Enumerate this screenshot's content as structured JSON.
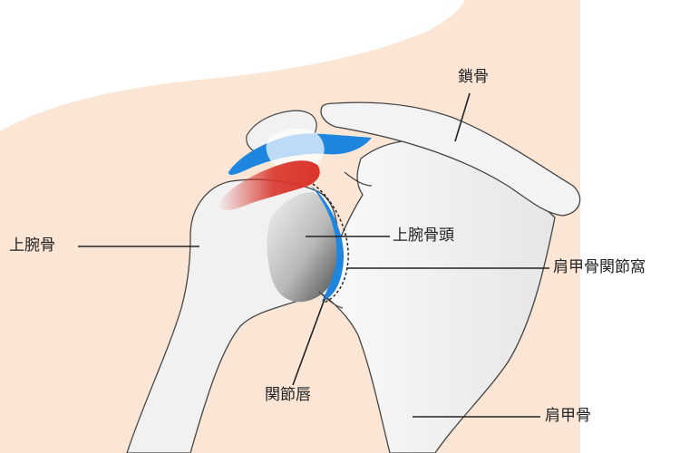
{
  "labels": {
    "clavicle": "鎖骨",
    "humerus": "上腕骨",
    "humeral_head": "上腕骨頭",
    "glenoid": "肩甲骨関節窩",
    "labrum": "関節唇",
    "scapula": "肩甲骨"
  },
  "colors": {
    "skin": "#fbe6d6",
    "bone": "#f1f1f1",
    "bone_outline": "#444444",
    "cartilage_blue": "#1f86e0",
    "muscle_red": "#d9342b",
    "leader_line": "#222222"
  },
  "icons": [
    "shoulder-joint-anatomy-illustration"
  ]
}
